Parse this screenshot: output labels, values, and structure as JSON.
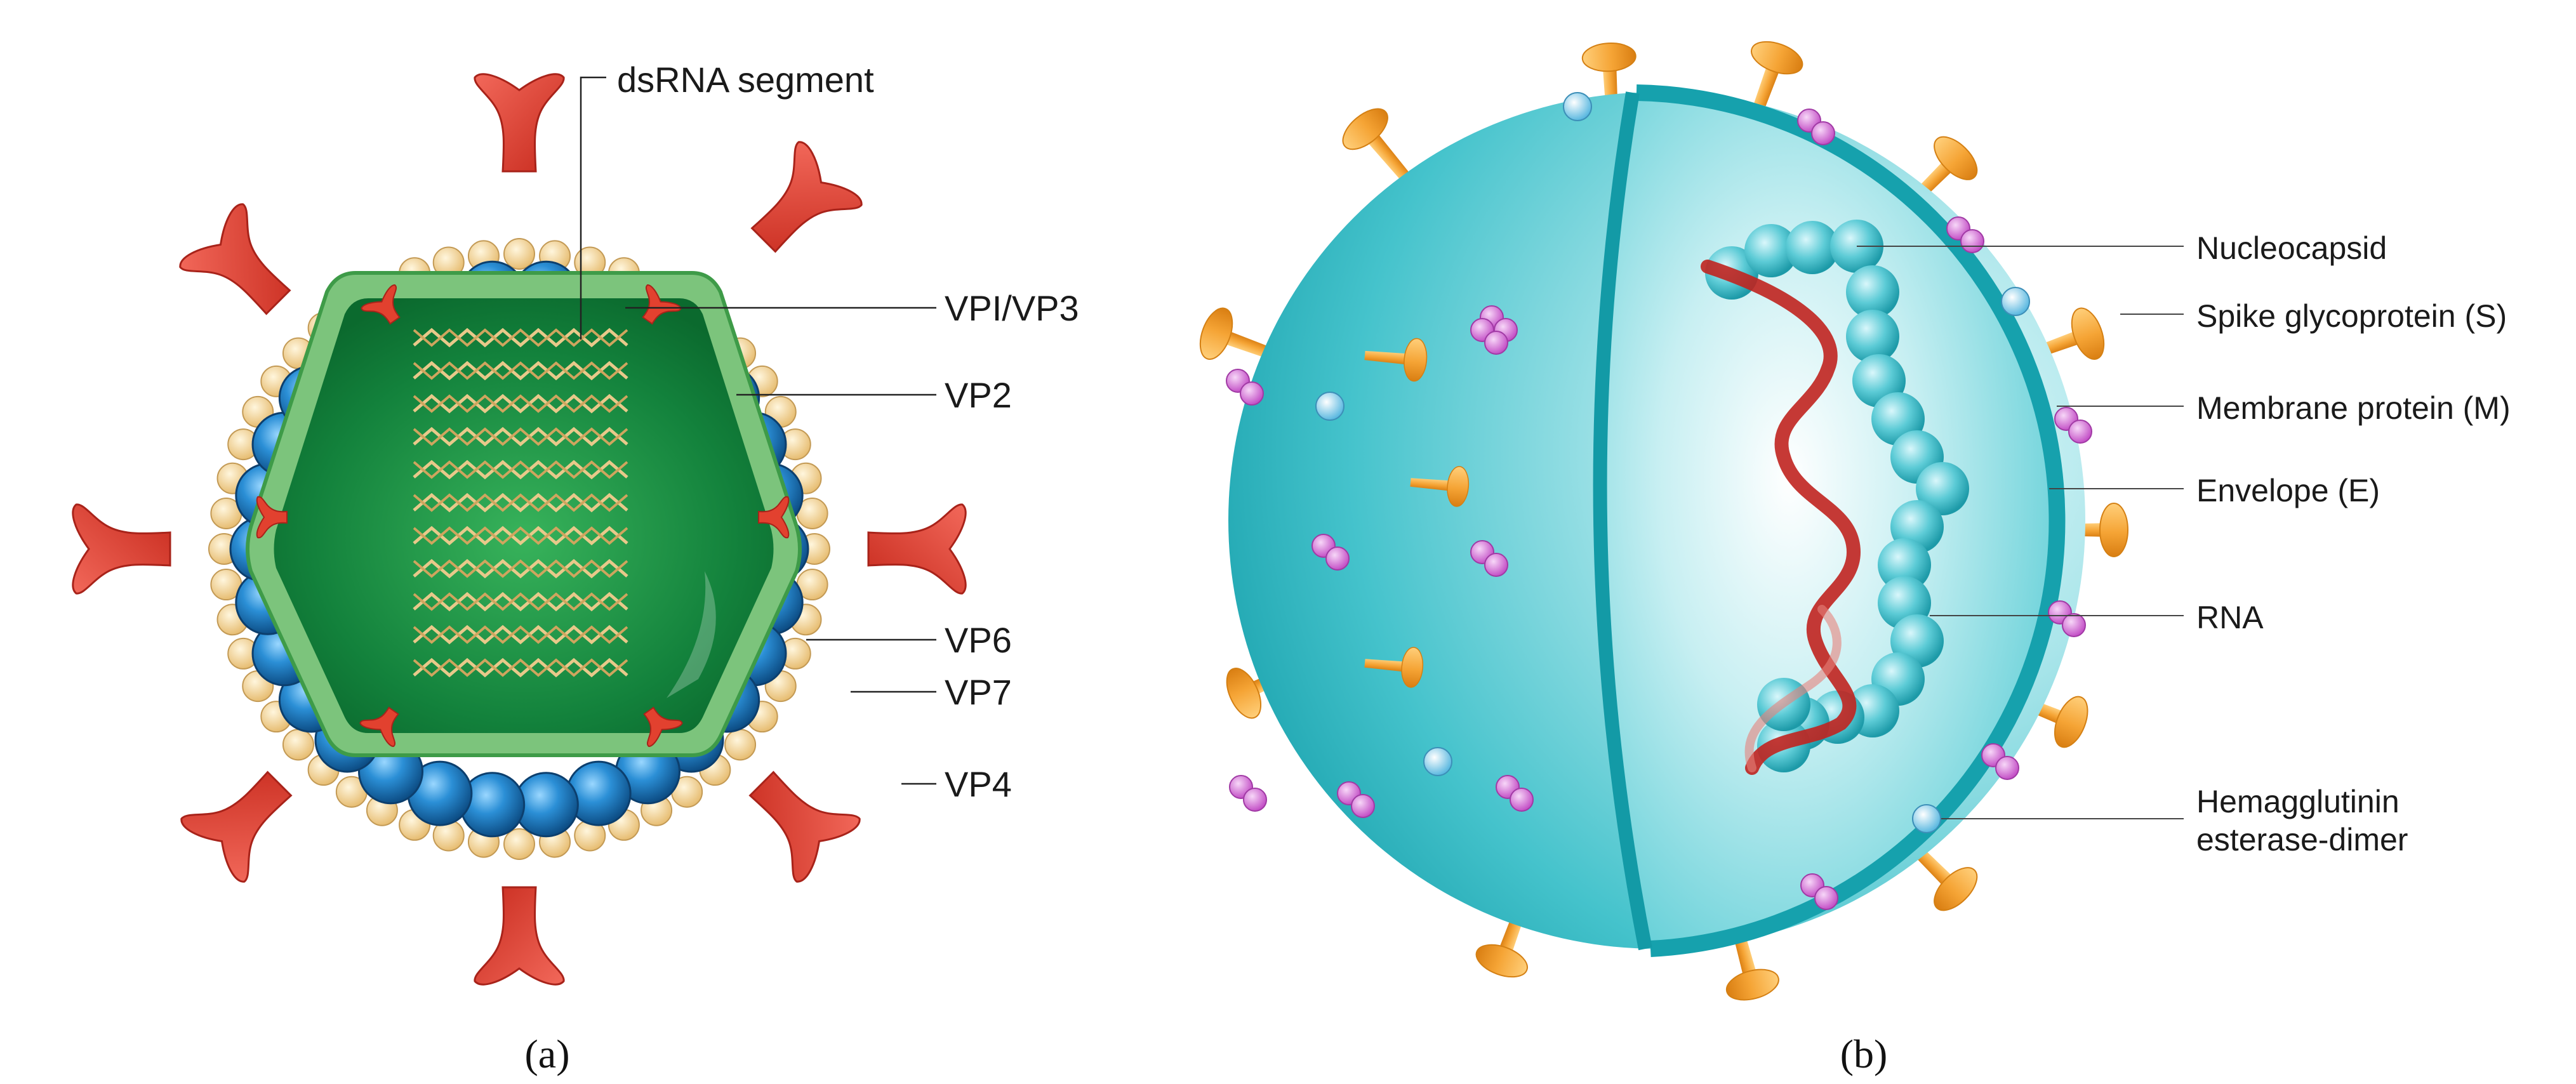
{
  "panel_a": {
    "caption": "(a)",
    "labels": {
      "dsrna": "dsRNA segment",
      "vp1_vp3": "VPI/VP3",
      "vp2": "VP2",
      "vp6": "VP6",
      "vp7": "VP7",
      "vp4": "VP4"
    }
  },
  "panel_b": {
    "caption": "(b)",
    "labels": {
      "nucleocapsid": "Nucleocapsid",
      "spike": "Spike glycoprotein (S)",
      "membrane": "Membrane protein (M)",
      "envelope": "Envelope (E)",
      "rna": "RNA",
      "he_line1": "Hemagglutinin",
      "he_line2": "esterase-dimer"
    }
  },
  "colors": {
    "spike_red": "#e2412f",
    "vp6_blue": "#1f7fc4",
    "vp7_tan": "#f6d79a",
    "core_green": "#1f8f45",
    "sphere_teal": "#3cbfc9",
    "spike_orange": "#f5a435",
    "membrane_pink": "#d46fd6",
    "rna_red": "#c0231f",
    "he_blue": "#8fd2ec"
  }
}
